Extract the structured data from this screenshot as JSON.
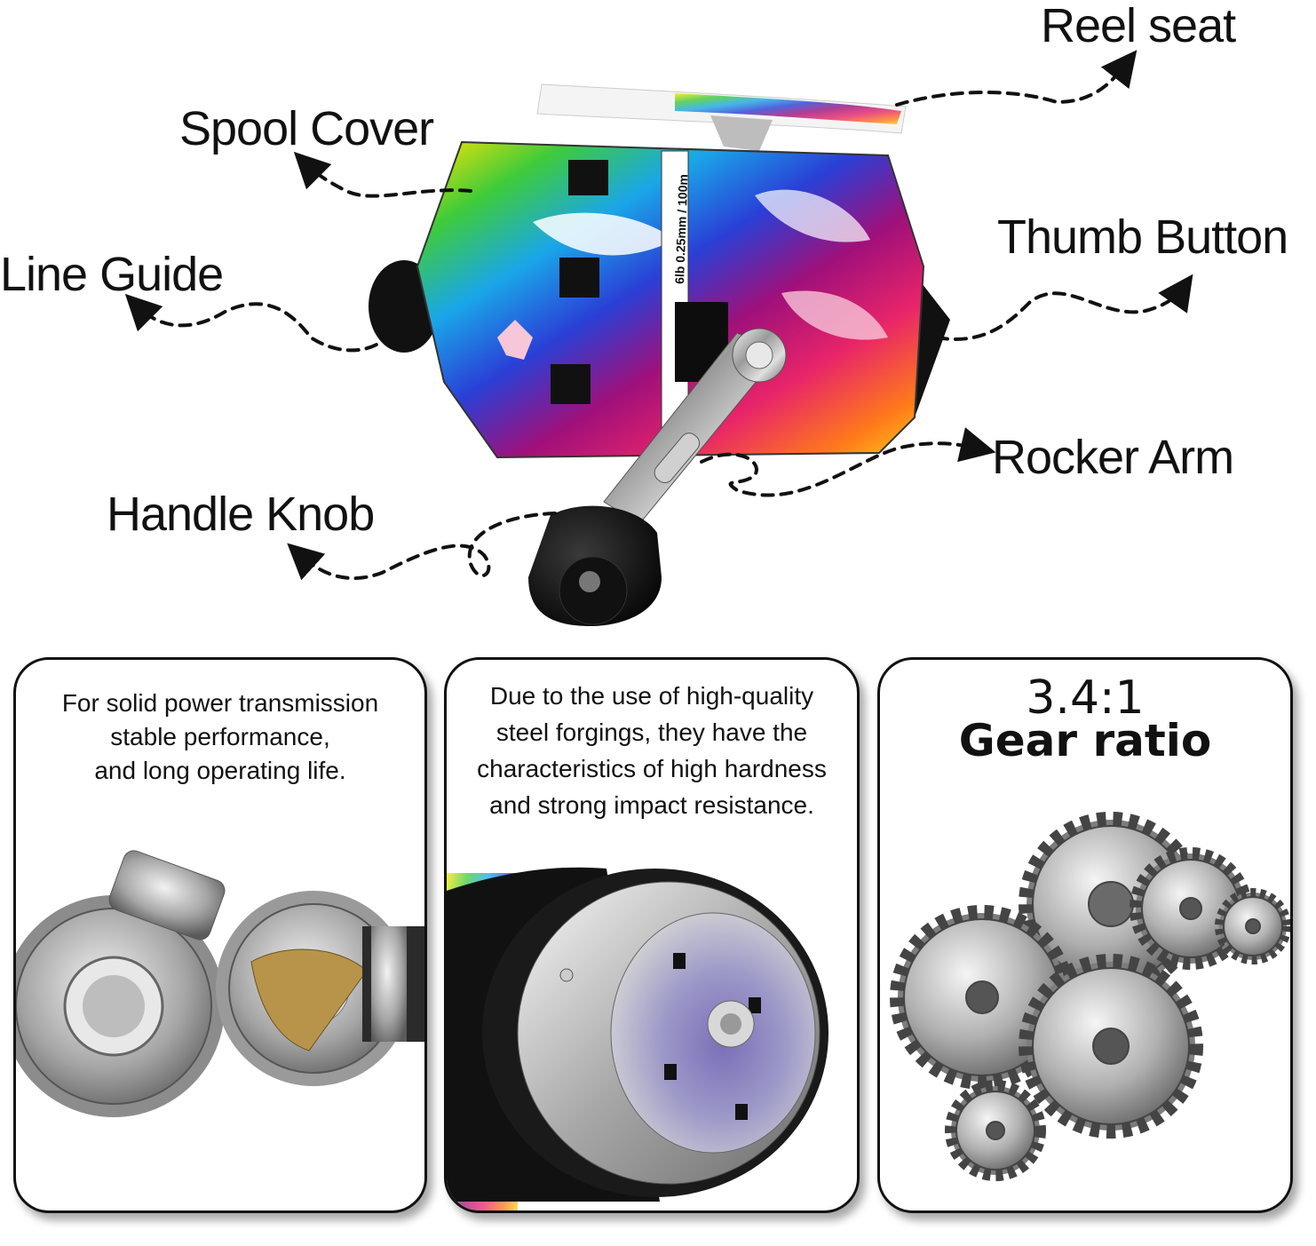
{
  "callouts": {
    "reel_seat": "Reel seat",
    "spool_cover": "Spool Cover",
    "thumb_button": "Thumb Button",
    "line_guide": "Line Guide",
    "rocker_arm": "Rocker Arm",
    "handle_knob": "Handle Knob"
  },
  "reel_print": "6lb 0.25mm / 100m",
  "panels": {
    "transmission": {
      "line1": "For solid power transmission",
      "line2": "stable performance,",
      "line3": "and long operating life."
    },
    "forging": {
      "line1": "Due to the use of high-quality",
      "line2": "steel forgings, they have the",
      "line3": "characteristics of high hardness",
      "line4": "and strong impact resistance."
    },
    "gear_ratio": {
      "ratio": "3.4:1",
      "label": "Gear ratio"
    }
  },
  "icons": [
    "spincast-reel-image",
    "gear-assembly-image",
    "spool-cover-closeup-image",
    "gear-cluster-image",
    "arrow-icon"
  ]
}
